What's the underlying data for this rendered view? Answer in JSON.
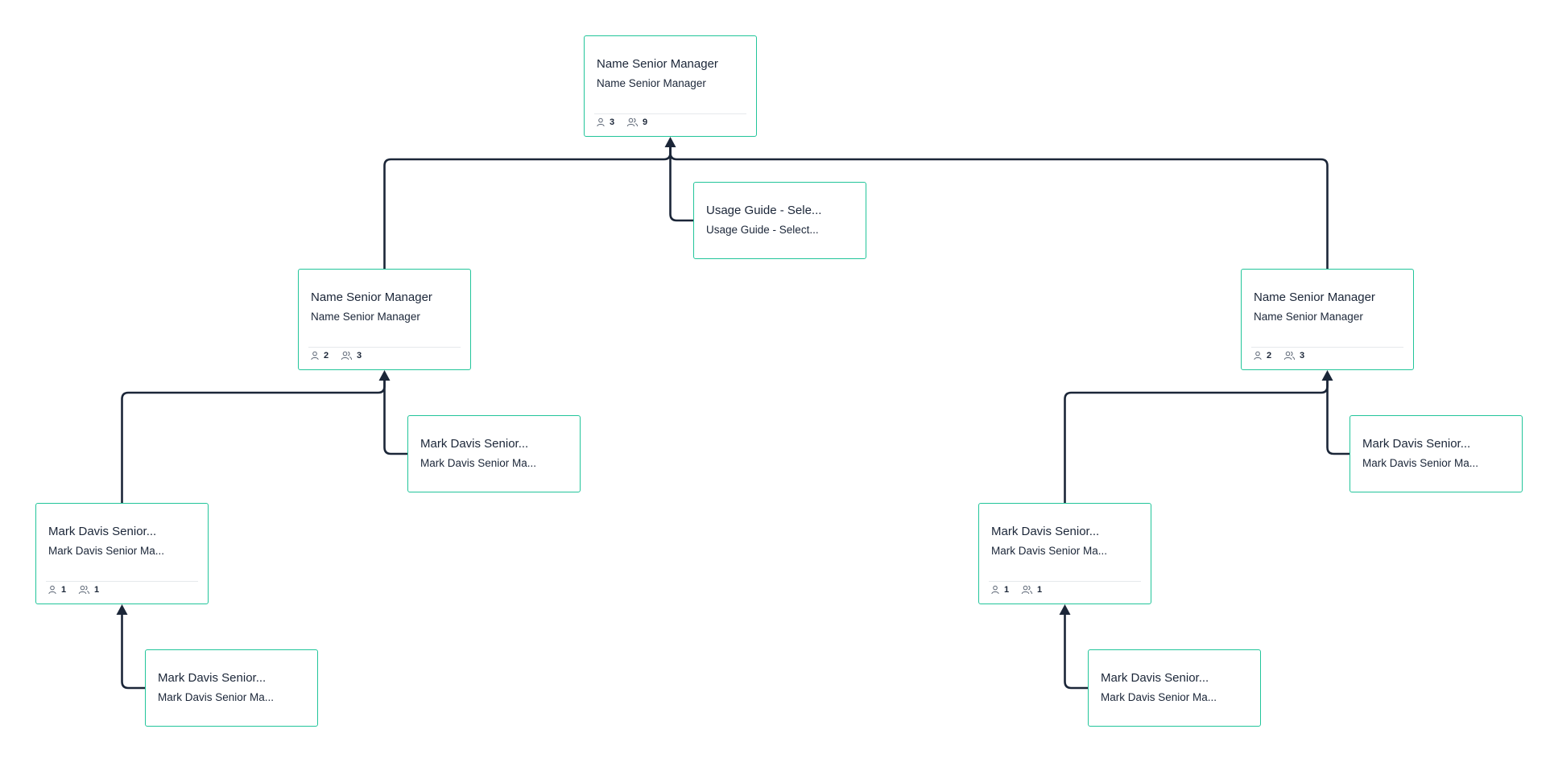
{
  "colors": {
    "node_border": "#22c59a",
    "connector": "#1b2638",
    "divider": "#e6e9ec",
    "text": "#1b2638"
  },
  "icons": {
    "direct_reports": "person-icon",
    "total_reports": "people-icon"
  },
  "nodes": [
    {
      "id": "root",
      "name": "Name Senior Manager",
      "role": "Name Senior Manager",
      "direct": "3",
      "total": "9"
    },
    {
      "id": "assistant-root",
      "name": "Usage Guide - Sele...",
      "role": "Usage Guide - Select..."
    },
    {
      "id": "left-manager",
      "name": "Name Senior Manager",
      "role": "Name Senior Manager",
      "direct": "2",
      "total": "3"
    },
    {
      "id": "right-manager",
      "name": "Name Senior Manager",
      "role": "Name Senior Manager",
      "direct": "2",
      "total": "3"
    },
    {
      "id": "left-assistant",
      "name": "Mark Davis Senior...",
      "role": "Mark Davis Senior Ma..."
    },
    {
      "id": "right-assistant",
      "name": "Mark Davis Senior...",
      "role": "Mark Davis Senior Ma..."
    },
    {
      "id": "left-report",
      "name": "Mark Davis Senior...",
      "role": "Mark Davis Senior Ma...",
      "direct": "1",
      "total": "1"
    },
    {
      "id": "right-report",
      "name": "Mark Davis Senior...",
      "role": "Mark Davis Senior Ma...",
      "direct": "1",
      "total": "1"
    },
    {
      "id": "left-sub-assistant",
      "name": "Mark Davis Senior...",
      "role": "Mark Davis Senior Ma..."
    },
    {
      "id": "right-sub-assistant",
      "name": "Mark Davis Senior...",
      "role": "Mark Davis Senior Ma..."
    }
  ],
  "links": [
    {
      "from": "left-manager",
      "to": "root",
      "kind": "report"
    },
    {
      "from": "right-manager",
      "to": "root",
      "kind": "report"
    },
    {
      "from": "assistant-root",
      "to": "root",
      "kind": "assistant"
    },
    {
      "from": "left-report",
      "to": "left-manager",
      "kind": "report"
    },
    {
      "from": "left-assistant",
      "to": "left-manager",
      "kind": "assistant"
    },
    {
      "from": "right-report",
      "to": "right-manager",
      "kind": "report"
    },
    {
      "from": "right-assistant",
      "to": "right-manager",
      "kind": "assistant"
    },
    {
      "from": "left-sub-assistant",
      "to": "left-report",
      "kind": "assistant"
    },
    {
      "from": "right-sub-assistant",
      "to": "right-report",
      "kind": "assistant"
    }
  ]
}
